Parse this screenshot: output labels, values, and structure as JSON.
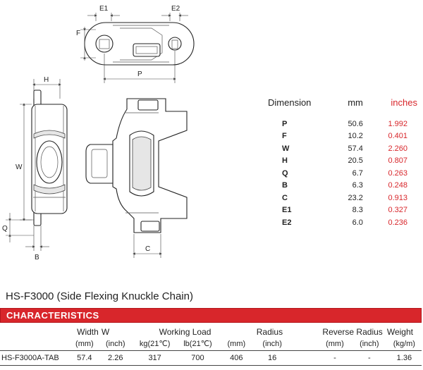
{
  "drawing_labels": {
    "e1": "E1",
    "e2": "E2",
    "f": "F",
    "p": "P",
    "h": "H",
    "w": "W",
    "q": "Q",
    "b": "B",
    "c": "C"
  },
  "dimensions": {
    "header": {
      "label": "Dimension",
      "mm": "mm",
      "inches": "inches"
    },
    "rows": [
      {
        "label": "P",
        "mm": "50.6",
        "inches": "1.992"
      },
      {
        "label": "F",
        "mm": "10.2",
        "inches": "0.401"
      },
      {
        "label": "W",
        "mm": "57.4",
        "inches": "2.260"
      },
      {
        "label": "H",
        "mm": "20.5",
        "inches": "0.807"
      },
      {
        "label": "Q",
        "mm": "6.7",
        "inches": "0.263"
      },
      {
        "label": "B",
        "mm": "6.3",
        "inches": "0.248"
      },
      {
        "label": "C",
        "mm": "23.2",
        "inches": "0.913"
      },
      {
        "label": "E1",
        "mm": "8.3",
        "inches": "0.327"
      },
      {
        "label": "E2",
        "mm": "6.0",
        "inches": "0.236"
      }
    ]
  },
  "product_title": "HS-F3000 (Side Flexing Knuckle Chain)",
  "characteristics_label": "CHARACTERISTICS",
  "specs": {
    "headers": {
      "width": "Width",
      "width_w": "W",
      "working_load": "Working Load",
      "radius": "Radius",
      "reverse_radius": "Reverse Radius",
      "weight": "Weight"
    },
    "units": {
      "width_mm": "(mm)",
      "width_inch": "(inch)",
      "load_kg": "kg(21℃)",
      "load_lb": "lb(21℃)",
      "radius_mm": "(mm)",
      "radius_inch": "(inch)",
      "rev_mm": "(mm)",
      "rev_inch": "(inch)",
      "weight_unit": "(kg/m)"
    },
    "row": {
      "model": "HS-F3000A-TAB",
      "width_mm": "57.4",
      "width_inch": "2.26",
      "load_kg": "317",
      "load_lb": "700",
      "radius_mm": "406",
      "radius_inch": "16",
      "rev_mm": "-",
      "rev_inch": "-",
      "weight": "1.36"
    }
  },
  "colors": {
    "accent": "#d8262b",
    "line": "#222222"
  }
}
